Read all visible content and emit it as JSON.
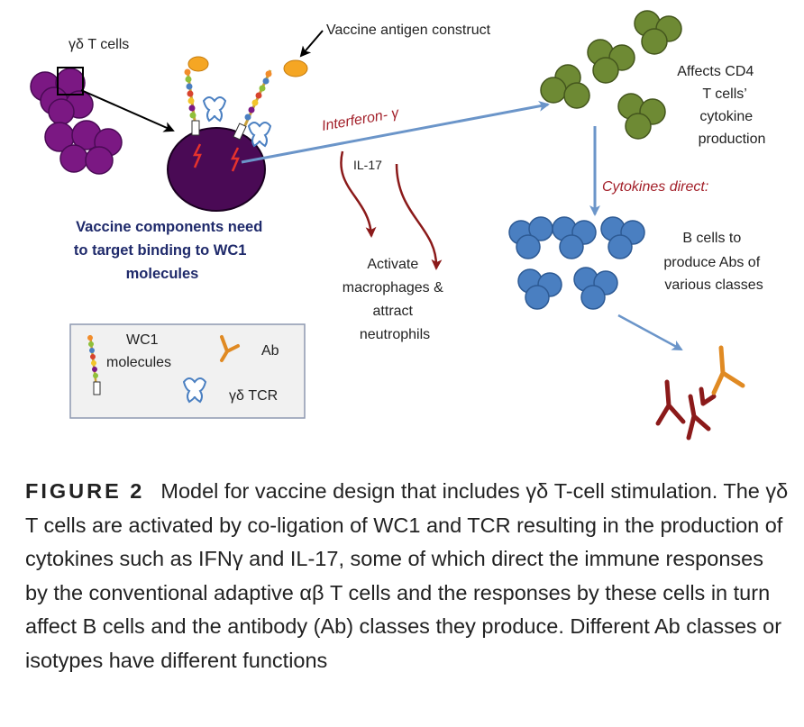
{
  "diagram": {
    "gd_t_cells_label": "γδ T cells",
    "vaccine_antigen_label": "Vaccine antigen construct",
    "interferon_label": "Interferon- γ",
    "il17_label": "IL-17",
    "affects_cd4_lines": [
      "Affects CD4",
      "T cells’",
      "cytokine",
      "production"
    ],
    "cytokines_direct_label": "Cytokines direct:",
    "b_cells_lines": [
      "B cells to",
      "produce Abs of",
      "various classes"
    ],
    "vaccine_components_lines": [
      "Vaccine components need",
      "to target binding to WC1",
      "molecules"
    ],
    "activate_lines": [
      "Activate",
      "macrophages &",
      "attract",
      "neutrophils"
    ],
    "legend": {
      "wc1_lines": [
        "WC1",
        "molecules"
      ],
      "ab_label": "Ab",
      "tcr_label": "γδ TCR"
    }
  },
  "caption": {
    "label": "FIGURE 2",
    "text": "Model for vaccine design that includes γδ T-cell stimulation. The γδ T cells are activated by co-ligation of WC1 and TCR resulting in the production of cytokines such as IFNγ and IL-17, some of which direct the immune responses by the conventional adaptive αβ T cells and the responses by these cells in turn affect B cells and the antibody (Ab) classes they produce. Different Ab classes or isotypes have different functions"
  },
  "colors": {
    "gd_cell_purple": "#7b1883",
    "main_cell": "#4a0a55",
    "cd4_green": "#6e8a34",
    "b_cell_blue": "#4a7fc1",
    "blue_arrow": "#6b95c9",
    "red_arrow": "#8b1a1a",
    "antibody_red": "#8b1a1a",
    "antibody_orange": "#e08a23",
    "antigen_orange": "#f5a623",
    "label_navy": "#1f2a6b",
    "label_red": "#a3202a"
  }
}
